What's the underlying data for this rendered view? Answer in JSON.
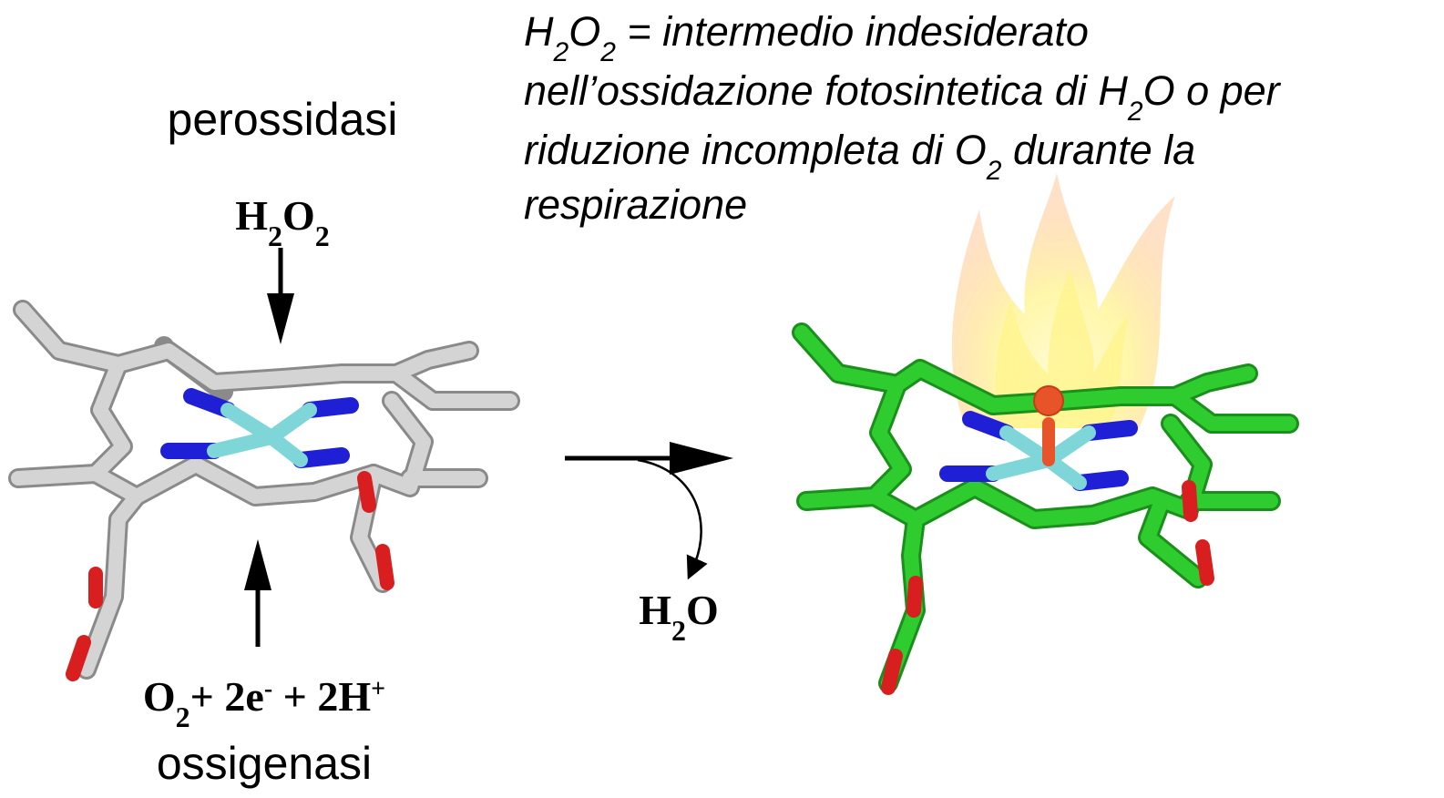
{
  "caption": {
    "line1": {
      "a": "H",
      "a_sub": "2",
      "b": "O",
      "b_sub": "2",
      "rest": " = intermedio indesiderato"
    },
    "line2": {
      "a": "nell’ossidazione fotosintetica di H",
      "a_sub": "2",
      "rest": "O o per"
    },
    "line3": {
      "a": "riduzione incompleta di O",
      "a_sub": "2",
      "rest": " durante la"
    },
    "line4": "respirazione"
  },
  "left": {
    "top_label": "perossidasi",
    "top_reagent": {
      "a": "H",
      "a_sub": "2",
      "b": "O",
      "b_sub": "2"
    },
    "bottom_reagent": {
      "a": "O",
      "a_sub": "2",
      "b": "+ 2e",
      "b_sup": "-",
      "c": " + 2H",
      "c_sup": "+"
    },
    "bottom_label": "ossigenasi"
  },
  "reaction": {
    "byproduct": {
      "a": "H",
      "a_sub": "2",
      "b": "O"
    }
  },
  "colors": {
    "carbon_left": "#c4c4c4",
    "carbon_left_shadow": "#8a8a8a",
    "carbon_right": "#2ecc2e",
    "carbon_right_shadow": "#1b8f1b",
    "nitrogen": "#1f1fd6",
    "iron": "#7fd6d9",
    "oxygen": "#d81e1e",
    "oxo": "#e8542a",
    "flame_outer": "#ffb070",
    "flame_inner": "#fff27a"
  }
}
